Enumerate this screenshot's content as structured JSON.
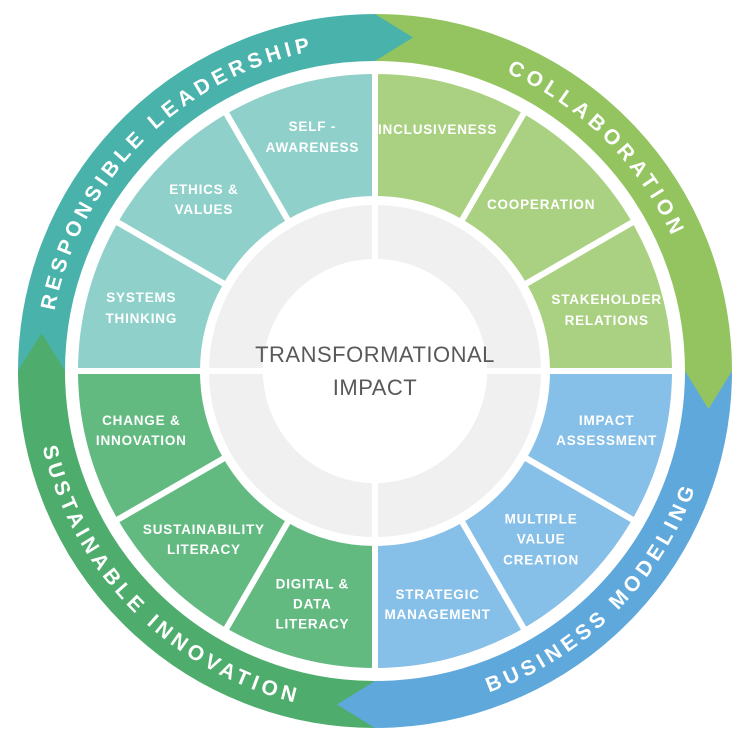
{
  "center": {
    "label": "TRANSFORMATIONAL IMPACT"
  },
  "quadrants": [
    {
      "id": "responsible-leadership",
      "title": "RESPONSIBLE LEADERSHIP",
      "ring_color": "#49b2ab",
      "segment_color": "#8fd1ca",
      "segments": [
        "SELF - AWARENESS",
        "ETHICS & VALUES",
        "SYSTEMS THINKING"
      ]
    },
    {
      "id": "collaboration",
      "title": "COLLABORATION",
      "ring_color": "#93c45f",
      "segment_color": "#aad181",
      "segments": [
        "INCLUSIVENESS",
        "COOPERATION",
        "STAKEHOLDER RELATIONS"
      ]
    },
    {
      "id": "business-modeling",
      "title": "BUSINESS MODELING",
      "ring_color": "#5fa8db",
      "segment_color": "#86bfe7",
      "segments": [
        "IMPACT ASSESSMENT",
        "MULTIPLE VALUE CREATION",
        "STRATEGIC MANAGEMENT"
      ]
    },
    {
      "id": "sustainable-innovation",
      "title": "SUSTAINABLE INNOVATION",
      "ring_color": "#4ead6d",
      "segment_color": "#63ba81",
      "segments": [
        "CHANGE & INNOVATION",
        "SUSTAINABILITY LITERACY",
        "DIGITAL & DATA LITERACY"
      ]
    }
  ],
  "colors": {
    "inner_ring": "#f0f0f1",
    "divider": "#ffffff",
    "center_text": "#58595b",
    "background": "#ffffff"
  }
}
